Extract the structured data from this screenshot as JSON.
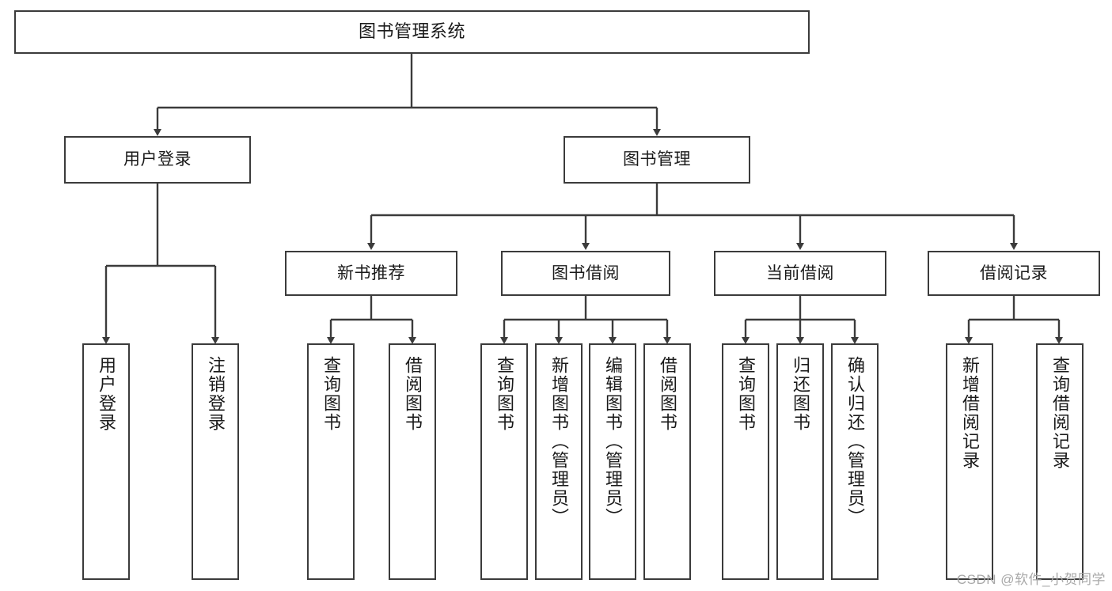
{
  "diagram": {
    "type": "tree-hierarchy-chart",
    "title": "图书管理系统",
    "stroke_color": "#3b3b3b",
    "background_color": "#ffffff",
    "text_color": "#1a1a1a",
    "levels": {
      "root": {
        "label": "图书管理系统"
      },
      "level2": [
        {
          "id": "user-login",
          "label": "用户登录"
        },
        {
          "id": "book-management",
          "label": "图书管理"
        }
      ],
      "level3": [
        {
          "id": "new-book-recommend",
          "label": "新书推荐",
          "parent": "book-management"
        },
        {
          "id": "book-borrow",
          "label": "图书借阅",
          "parent": "book-management"
        },
        {
          "id": "current-borrow",
          "label": "当前借阅",
          "parent": "book-management"
        },
        {
          "id": "borrow-record",
          "label": "借阅记录",
          "parent": "book-management"
        }
      ],
      "leaves": [
        {
          "id": "leaf-user-login",
          "label": "用户登录",
          "parent": "user-login"
        },
        {
          "id": "leaf-logout",
          "label": "注销登录",
          "parent": "user-login"
        },
        {
          "id": "leaf-query-book-1",
          "label": "查询图书",
          "parent": "new-book-recommend"
        },
        {
          "id": "leaf-borrow-book-1",
          "label": "借阅图书",
          "parent": "new-book-recommend"
        },
        {
          "id": "leaf-query-book-2",
          "label": "查询图书",
          "parent": "book-borrow"
        },
        {
          "id": "leaf-add-book",
          "label": "新增图书（管理员）",
          "parent": "book-borrow"
        },
        {
          "id": "leaf-edit-book",
          "label": "编辑图书（管理员）",
          "parent": "book-borrow"
        },
        {
          "id": "leaf-borrow-book-2",
          "label": "借阅图书",
          "parent": "book-borrow"
        },
        {
          "id": "leaf-query-book-3",
          "label": "查询图书",
          "parent": "current-borrow"
        },
        {
          "id": "leaf-return-book",
          "label": "归还图书",
          "parent": "current-borrow"
        },
        {
          "id": "leaf-confirm-return",
          "label": "确认归还（管理员）",
          "parent": "current-borrow"
        },
        {
          "id": "leaf-add-record",
          "label": "新增借阅记录",
          "parent": "borrow-record"
        },
        {
          "id": "leaf-query-record",
          "label": "查询借阅记录",
          "parent": "borrow-record"
        }
      ]
    }
  },
  "watermark": {
    "text": "CSDN @软件_小贺同学"
  }
}
